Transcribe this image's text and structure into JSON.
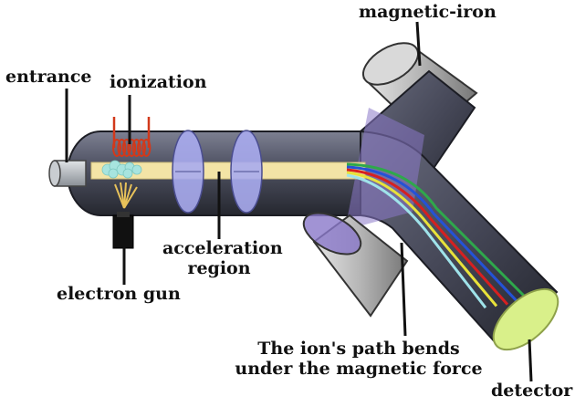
{
  "labels": {
    "magnet_top": "magnetic-iron",
    "entrance": "entrance",
    "ionization": "ionization",
    "acceleration_line1": "acceleration",
    "acceleration_line2": "region",
    "electron_gun": "electron gun",
    "path_line1": "The ion's path bends",
    "path_line2": "under the magnetic force",
    "detector": "detector"
  },
  "colors": {
    "tube": "#4f5263",
    "tube_dark": "#2a2c38",
    "magnet_field": "#8a78c9",
    "beam": "#f3e4a6",
    "disc": "#a9abee",
    "detector_face": "#d9f08a",
    "coil": "#d2391b",
    "cloud": "#a7e4df",
    "ion_paths": [
      "#2ea84b",
      "#2452d6",
      "#d62020",
      "#e8e23a",
      "#9fe3ea"
    ]
  }
}
